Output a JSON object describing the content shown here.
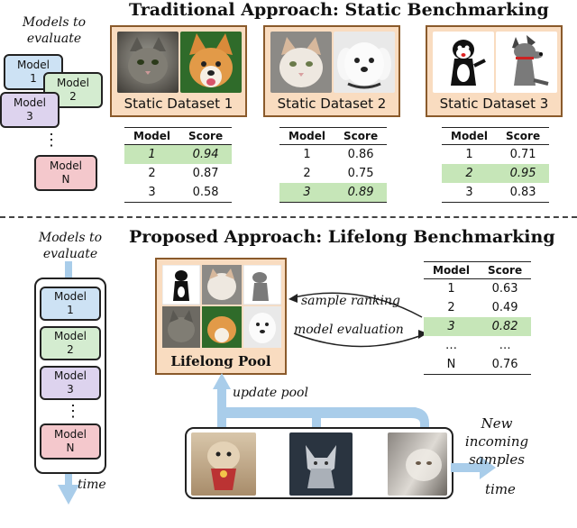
{
  "top": {
    "title": "Traditional Approach: Static Benchmarking",
    "models_label_1": "Models to",
    "models_label_2": "evaluate",
    "models": [
      {
        "name": "Model",
        "num": "1",
        "color": "#cde2f4"
      },
      {
        "name": "Model",
        "num": "2",
        "color": "#d4ecd0"
      },
      {
        "name": "Model",
        "num": "3",
        "color": "#ddd3ee"
      },
      {
        "name": "Model",
        "num": "N",
        "color": "#f4c8cc"
      }
    ],
    "ellipsis": "⋮",
    "datasets": [
      {
        "label": "Static Dataset 1",
        "table": {
          "h1": "Model",
          "h2": "Score",
          "rows": [
            {
              "m": "1",
              "s": "0.94",
              "hl": true
            },
            {
              "m": "2",
              "s": "0.87",
              "hl": false
            },
            {
              "m": "3",
              "s": "0.58",
              "hl": false
            }
          ]
        }
      },
      {
        "label": "Static Dataset 2",
        "table": {
          "h1": "Model",
          "h2": "Score",
          "rows": [
            {
              "m": "1",
              "s": "0.86",
              "hl": false
            },
            {
              "m": "2",
              "s": "0.75",
              "hl": false
            },
            {
              "m": "3",
              "s": "0.89",
              "hl": true
            }
          ]
        }
      },
      {
        "label": "Static Dataset 3",
        "table": {
          "h1": "Model",
          "h2": "Score",
          "rows": [
            {
              "m": "1",
              "s": "0.71",
              "hl": false
            },
            {
              "m": "2",
              "s": "0.95",
              "hl": true
            },
            {
              "m": "3",
              "s": "0.83",
              "hl": false
            }
          ]
        }
      }
    ]
  },
  "bottom": {
    "title": "Proposed Approach: Lifelong Benchmarking",
    "models_label_1": "Models to",
    "models_label_2": "evaluate",
    "models": [
      {
        "name": "Model",
        "num": "1",
        "color": "#cde2f4"
      },
      {
        "name": "Model",
        "num": "2",
        "color": "#d4ecd0"
      },
      {
        "name": "Model",
        "num": "3",
        "color": "#ddd3ee"
      },
      {
        "name": "Model",
        "num": "N",
        "color": "#f4c8cc"
      }
    ],
    "ellipsis": "⋮",
    "time_label": "time",
    "pool_label": "Lifelong Pool",
    "sample_ranking": "sample ranking",
    "model_evaluation": "model evaluation",
    "update_pool": "update pool",
    "incoming_1": "New incoming",
    "incoming_2": "samples",
    "time_label_2": "time",
    "table": {
      "h1": "Model",
      "h2": "Score",
      "rows": [
        {
          "m": "1",
          "s": "0.63",
          "hl": false
        },
        {
          "m": "2",
          "s": "0.49",
          "hl": false
        },
        {
          "m": "3",
          "s": "0.82",
          "hl": true
        },
        {
          "m": "…",
          "s": "…",
          "hl": false
        },
        {
          "m": "N",
          "s": "0.76",
          "hl": false
        }
      ]
    }
  }
}
